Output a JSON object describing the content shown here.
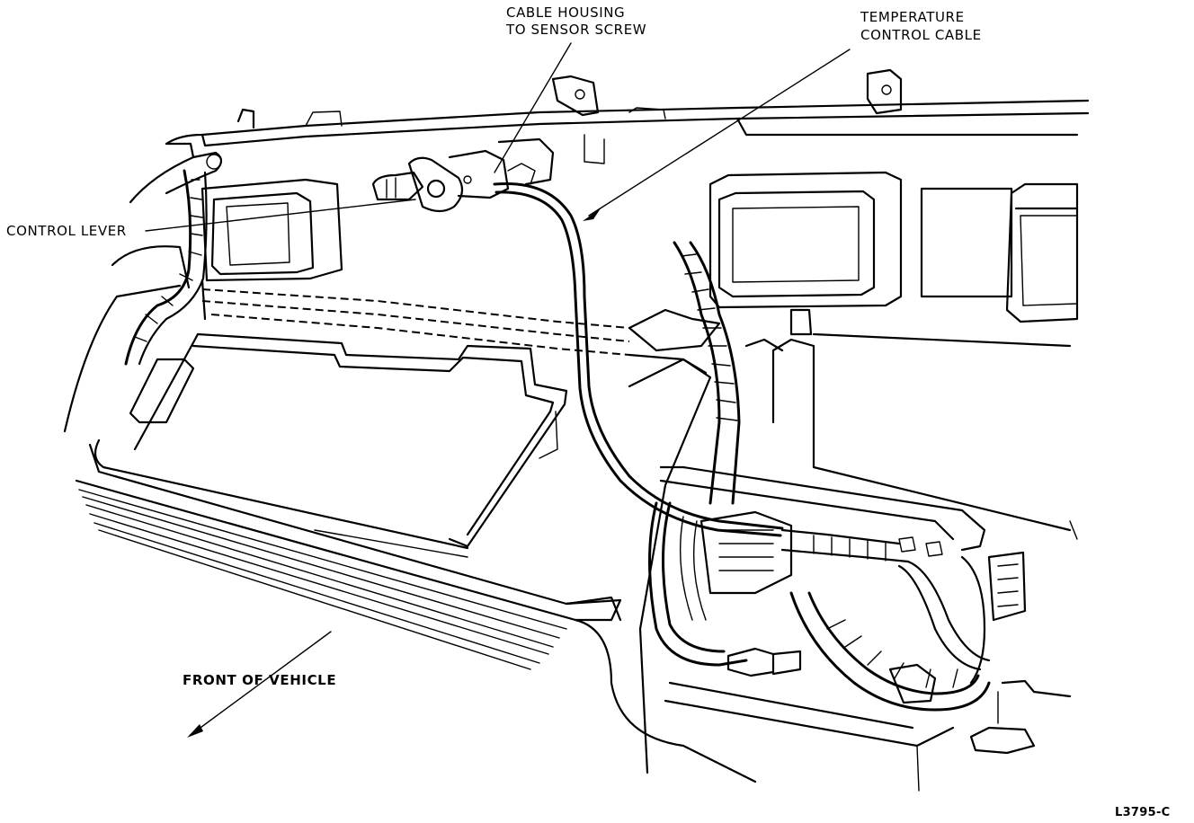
{
  "diagram": {
    "callouts": {
      "cable_housing_line1": "CABLE HOUSING",
      "cable_housing_line2": "TO SENSOR SCREW",
      "temperature_line1": "TEMPERATURE",
      "temperature_line2": "CONTROL CABLE",
      "control_lever": "CONTROL LEVER",
      "front_of_vehicle": "FRONT OF VEHICLE"
    },
    "figure_id": "L3795-C"
  }
}
